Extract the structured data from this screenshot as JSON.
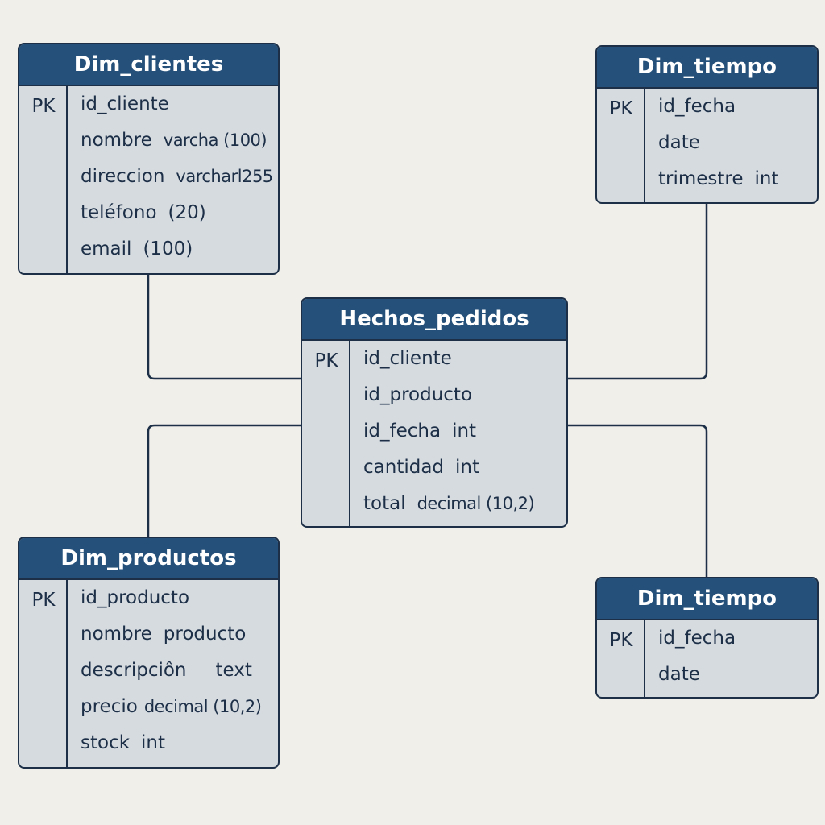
{
  "colors": {
    "background": "#f1efea",
    "header": "#25507a",
    "body": "#d6dbe0",
    "border": "#1c2f47",
    "connector": "#1c2f47"
  },
  "entities": {
    "dim_clientes": {
      "title": "Dim_clientes",
      "pk": "PK",
      "fields": [
        {
          "name": "id_cliente",
          "type": ""
        },
        {
          "name": "nombre",
          "type": "varcha (100)"
        },
        {
          "name": "direccion",
          "type": "varcharl255"
        },
        {
          "name": "teléfono",
          "type": "(20)"
        },
        {
          "name": "email",
          "type": "(100)"
        }
      ]
    },
    "dim_tiempo_top": {
      "title": "Dim_tiempo",
      "pk": "PK",
      "fields": [
        {
          "name": "id_fecha",
          "type": ""
        },
        {
          "name": "date",
          "type": ""
        },
        {
          "name": "trimestre",
          "type": "int"
        }
      ]
    },
    "hechos_pedidos": {
      "title": "Hechos_pedidos",
      "pk": "PK",
      "fields": [
        {
          "name": "id_cliente",
          "type": ""
        },
        {
          "name": "id_producto",
          "type": ""
        },
        {
          "name": "id_fecha",
          "type": "int"
        },
        {
          "name": "cantidad",
          "type": "int"
        },
        {
          "name": "total",
          "type": "decimal (10,2)"
        }
      ]
    },
    "dim_productos": {
      "title": "Dim_productos",
      "pk": "PK",
      "fields": [
        {
          "name": "id_producto",
          "type": ""
        },
        {
          "name": "nombre",
          "type": "producto"
        },
        {
          "name": "descripciôn",
          "type": "text"
        },
        {
          "name": "precio",
          "type": "decimal (10,2)"
        },
        {
          "name": "stock",
          "type": "int"
        }
      ]
    },
    "dim_tiempo_bottom": {
      "title": "Dim_tiempo",
      "pk": "PK",
      "fields": [
        {
          "name": "id_fecha",
          "type": ""
        },
        {
          "name": "date",
          "type": ""
        }
      ]
    }
  }
}
